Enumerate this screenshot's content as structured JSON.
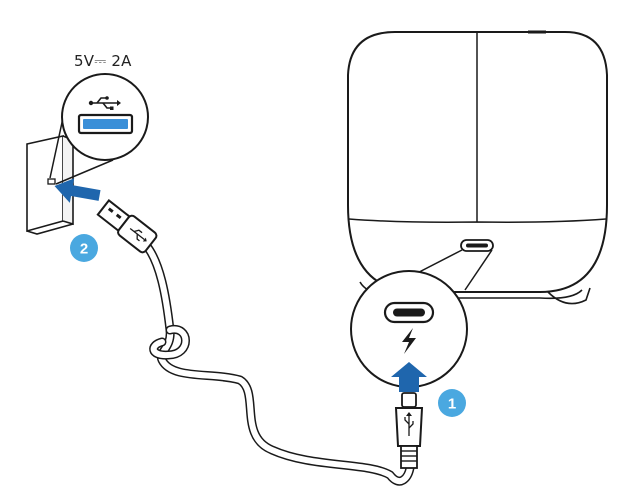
{
  "power_rating": "5V⎓ 2A",
  "steps": [
    {
      "number": "1",
      "color": "#4aa8e0"
    },
    {
      "number": "2",
      "color": "#4aa8e0"
    }
  ],
  "colors": {
    "arrow": "#1f66ad",
    "usb_port_fill": "#3a8fd8",
    "line": "#1a1a1a"
  },
  "icons": [
    "usb-symbol-icon",
    "lightning-charge-icon",
    "wall-socket-icon",
    "speaker-device-icon"
  ]
}
